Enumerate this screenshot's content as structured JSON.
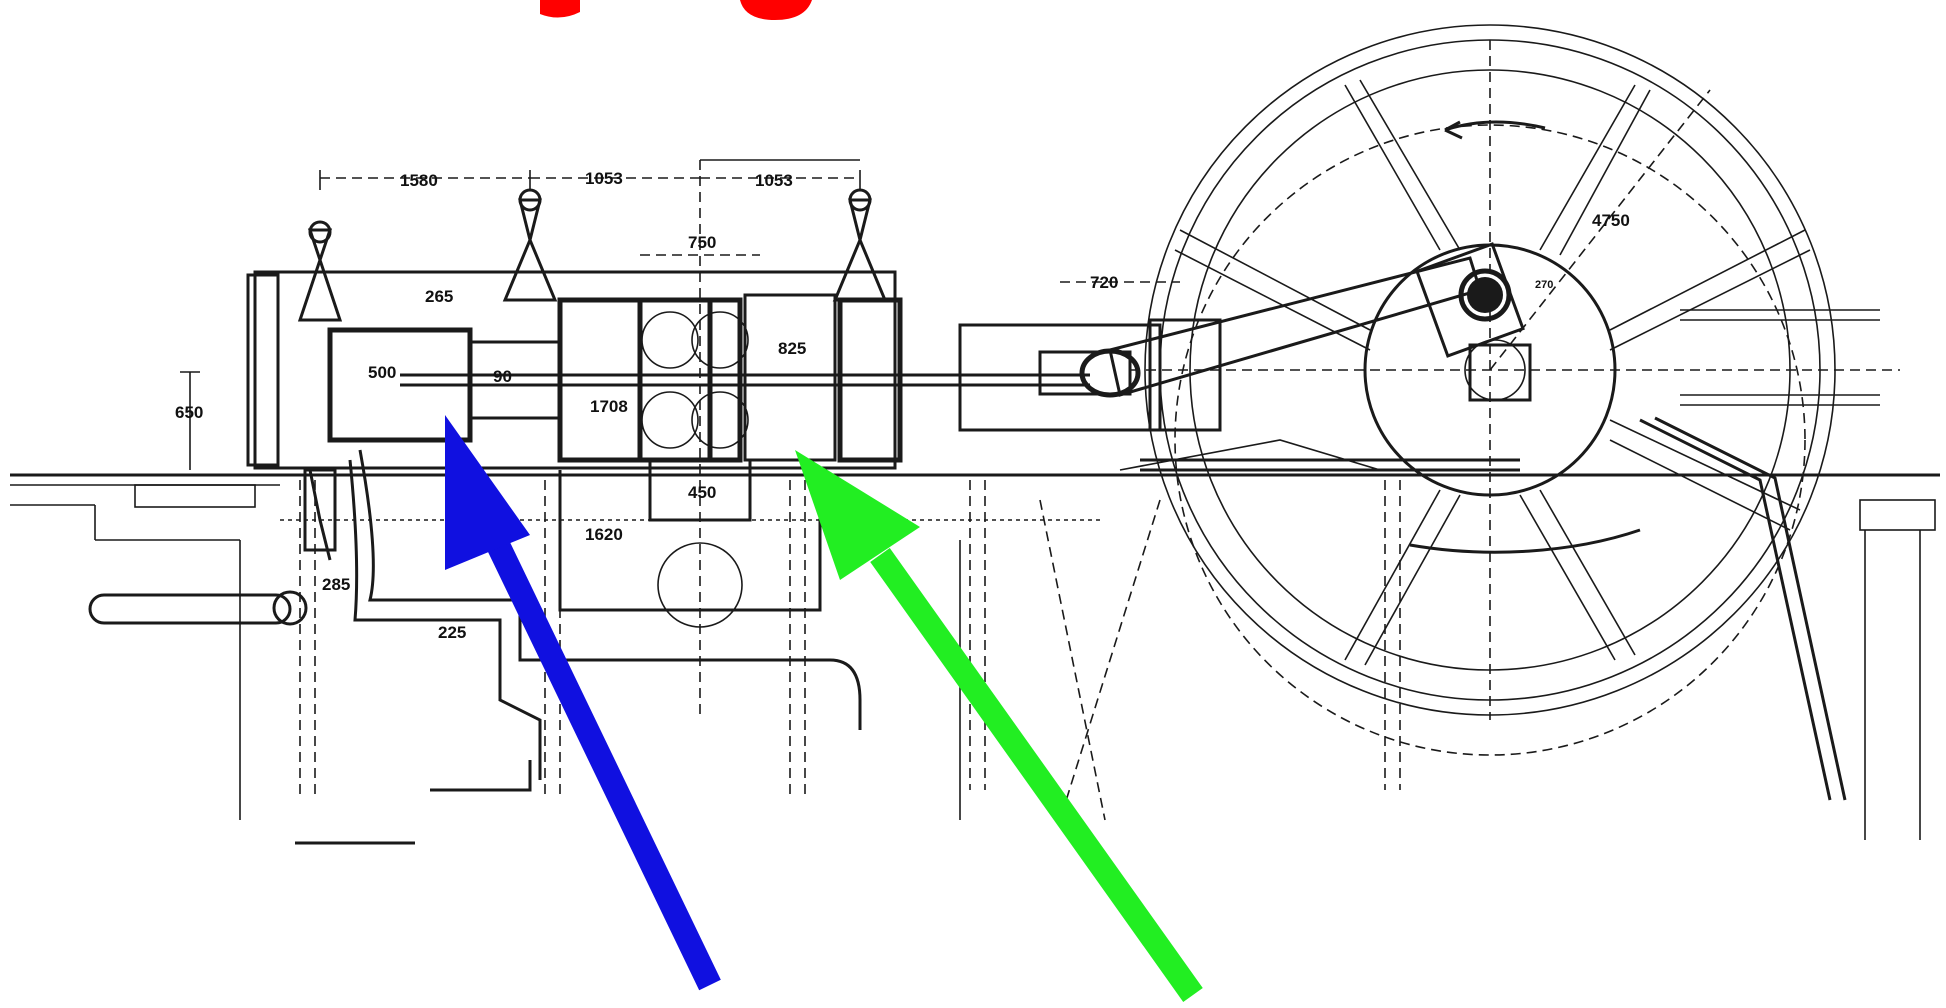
{
  "diagram": {
    "dimensions": {
      "d1580": "1580",
      "d1053a": "1053",
      "d1053b": "1053",
      "d750": "750",
      "d265": "265",
      "d500": "500",
      "d90": "90",
      "d650": "650",
      "d1708": "1708",
      "d825": "825",
      "d720": "720",
      "d4750": "4750",
      "d270": "270",
      "d450": "450",
      "d1620": "1620",
      "d285": "285",
      "d225": "225"
    },
    "arrows": {
      "blue": {
        "color": "#1010e0"
      },
      "green": {
        "color": "#22ee22"
      }
    },
    "title_fragment_color": "#ff0000"
  }
}
